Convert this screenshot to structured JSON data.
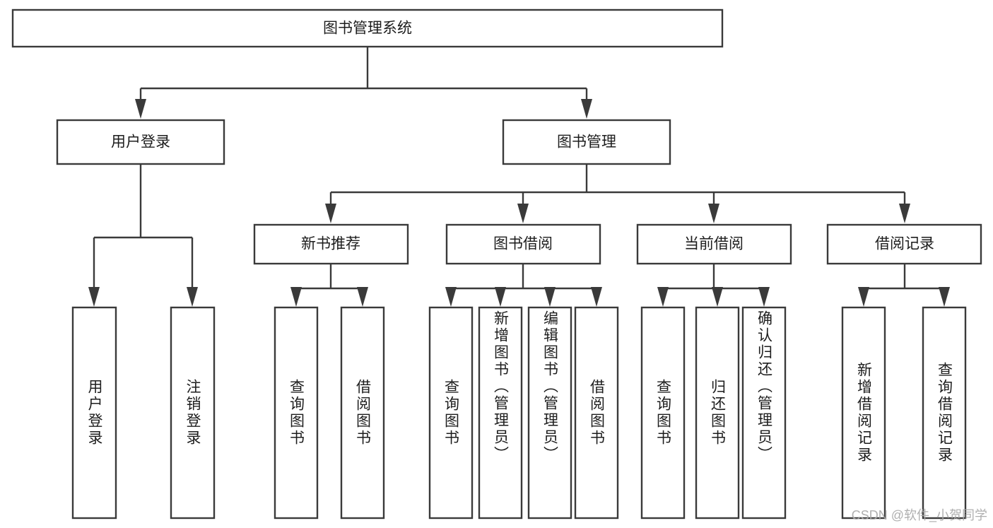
{
  "diagram": {
    "type": "tree-hierarchy",
    "title": "图书管理系统",
    "orientation": "top-down",
    "colors": {
      "box_stroke": "#3a3a3a",
      "box_fill": "#ffffff",
      "text": "#1d1d1d",
      "connector": "#3a3a3a",
      "background": "#ffffff",
      "watermark": "#a9a9a9"
    },
    "root": {
      "label": "图书管理系统"
    },
    "level2": [
      {
        "label": "用户登录"
      },
      {
        "label": "图书管理"
      }
    ],
    "level3": [
      {
        "label": "新书推荐",
        "parent": "图书管理"
      },
      {
        "label": "图书借阅",
        "parent": "图书管理"
      },
      {
        "label": "当前借阅",
        "parent": "图书管理"
      },
      {
        "label": "借阅记录",
        "parent": "图书管理"
      }
    ],
    "leaves": [
      {
        "label": "用户登录",
        "parent": "用户登录"
      },
      {
        "label": "注销登录",
        "parent": "用户登录"
      },
      {
        "label": "查询图书",
        "parent": "新书推荐"
      },
      {
        "label": "借阅图书",
        "parent": "新书推荐"
      },
      {
        "label": "查询图书",
        "parent": "图书借阅"
      },
      {
        "label": "新增图书（管理员）",
        "parent": "图书借阅"
      },
      {
        "label": "编辑图书（管理员）",
        "parent": "图书借阅"
      },
      {
        "label": "借阅图书",
        "parent": "图书借阅"
      },
      {
        "label": "查询图书",
        "parent": "当前借阅"
      },
      {
        "label": "归还图书",
        "parent": "当前借阅"
      },
      {
        "label": "确认归还（管理员）",
        "parent": "当前借阅"
      },
      {
        "label": "新增借阅记录",
        "parent": "借阅记录"
      },
      {
        "label": "查询借阅记录",
        "parent": "借阅记录"
      }
    ]
  },
  "watermark": {
    "text": "CSDN @软件_小贺同学"
  }
}
